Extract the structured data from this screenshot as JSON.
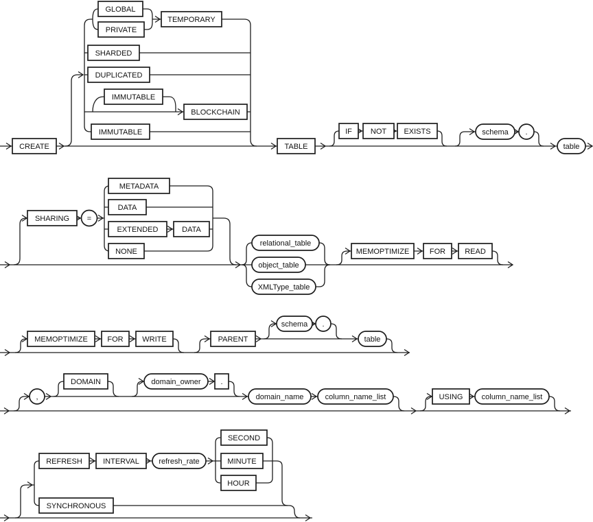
{
  "diagram": {
    "kind": "sql-syntax-railroad-diagram",
    "colors": {
      "line": "#1c1c1c",
      "node_fill": "#ffffff",
      "background": "#ffffff"
    },
    "nodes": {
      "create": {
        "label": "CREATE",
        "kind": "keyword"
      },
      "global": {
        "label": "GLOBAL",
        "kind": "keyword"
      },
      "private": {
        "label": "PRIVATE",
        "kind": "keyword"
      },
      "temporary": {
        "label": "TEMPORARY",
        "kind": "keyword"
      },
      "sharded": {
        "label": "SHARDED",
        "kind": "keyword"
      },
      "duplicated": {
        "label": "DUPLICATED",
        "kind": "keyword"
      },
      "immutable_top": {
        "label": "IMMUTABLE",
        "kind": "keyword"
      },
      "blockchain": {
        "label": "BLOCKCHAIN",
        "kind": "keyword"
      },
      "immutable_bottom": {
        "label": "IMMUTABLE",
        "kind": "keyword"
      },
      "table_keyword": {
        "label": "TABLE",
        "kind": "keyword"
      },
      "if": {
        "label": "IF",
        "kind": "keyword"
      },
      "not": {
        "label": "NOT",
        "kind": "keyword"
      },
      "exists": {
        "label": "EXISTS",
        "kind": "keyword"
      },
      "schema_1": {
        "label": "schema",
        "kind": "variable"
      },
      "dot_1": {
        "label": ".",
        "kind": "punctuation"
      },
      "table_1": {
        "label": "table",
        "kind": "variable"
      },
      "sharing": {
        "label": "SHARING",
        "kind": "keyword"
      },
      "equals": {
        "label": "=",
        "kind": "punctuation"
      },
      "metadata": {
        "label": "METADATA",
        "kind": "keyword"
      },
      "data_1": {
        "label": "DATA",
        "kind": "keyword"
      },
      "extended": {
        "label": "EXTENDED",
        "kind": "keyword"
      },
      "data_2": {
        "label": "DATA",
        "kind": "keyword"
      },
      "none": {
        "label": "NONE",
        "kind": "keyword"
      },
      "relational_table": {
        "label": "relational_table",
        "kind": "variable"
      },
      "object_table": {
        "label": "object_table",
        "kind": "variable"
      },
      "xmltype_table": {
        "label": "XMLType_table",
        "kind": "variable"
      },
      "memoptimize_read": {
        "label": "MEMOPTIMIZE",
        "kind": "keyword"
      },
      "for_read": {
        "label": "FOR",
        "kind": "keyword"
      },
      "read": {
        "label": "READ",
        "kind": "keyword"
      },
      "memoptimize_write": {
        "label": "MEMOPTIMIZE",
        "kind": "keyword"
      },
      "for_write": {
        "label": "FOR",
        "kind": "keyword"
      },
      "write": {
        "label": "WRITE",
        "kind": "keyword"
      },
      "parent": {
        "label": "PARENT",
        "kind": "keyword"
      },
      "schema_2": {
        "label": "schema",
        "kind": "variable"
      },
      "dot_2": {
        "label": ".",
        "kind": "punctuation"
      },
      "table_2": {
        "label": "table",
        "kind": "variable"
      },
      "comma": {
        "label": ",",
        "kind": "punctuation"
      },
      "domain": {
        "label": "DOMAIN",
        "kind": "keyword"
      },
      "domain_owner": {
        "label": "domain_owner",
        "kind": "variable"
      },
      "dot_3": {
        "label": ".",
        "kind": "punctuation"
      },
      "domain_name": {
        "label": "domain_name",
        "kind": "variable"
      },
      "column_name_list_1": {
        "label": "column_name_list",
        "kind": "variable"
      },
      "using": {
        "label": "USING",
        "kind": "keyword"
      },
      "column_name_list_2": {
        "label": "column_name_list",
        "kind": "variable"
      },
      "refresh": {
        "label": "REFRESH",
        "kind": "keyword"
      },
      "interval": {
        "label": "INTERVAL",
        "kind": "keyword"
      },
      "refresh_rate": {
        "label": "refresh_rate",
        "kind": "variable"
      },
      "second": {
        "label": "SECOND",
        "kind": "keyword"
      },
      "minute": {
        "label": "MINUTE",
        "kind": "keyword"
      },
      "hour": {
        "label": "HOUR",
        "kind": "keyword"
      },
      "synchronous": {
        "label": "SYNCHRONOUS",
        "kind": "keyword"
      }
    }
  }
}
